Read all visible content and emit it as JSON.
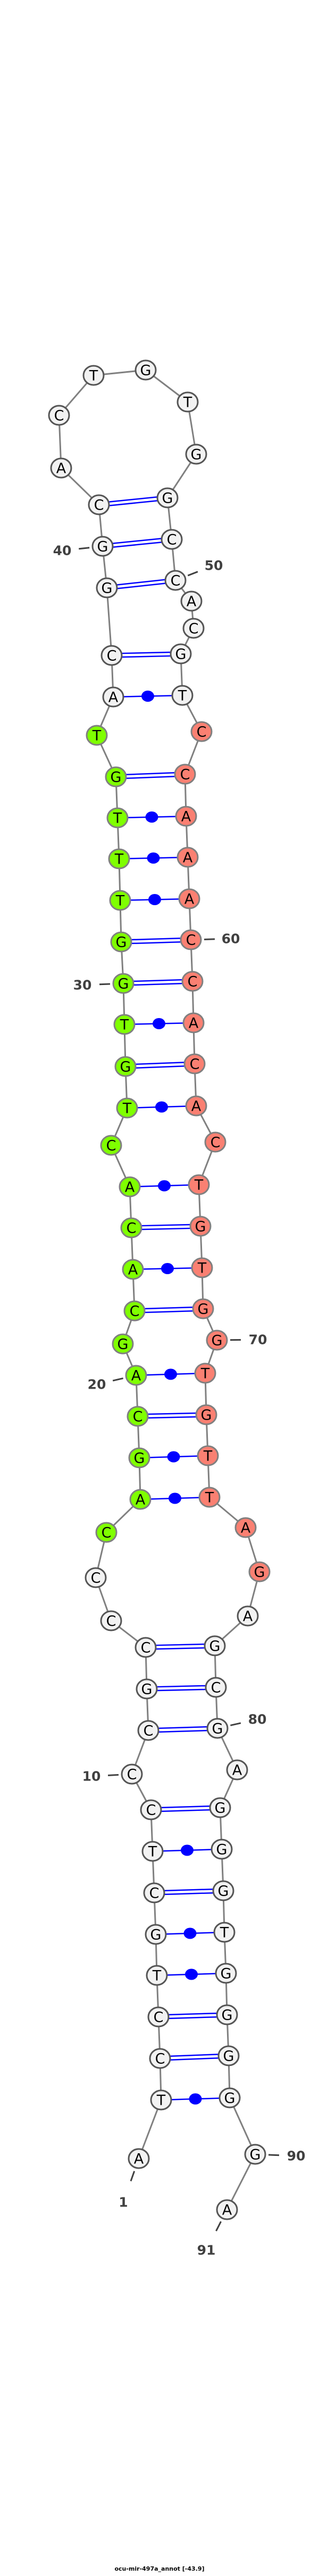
{
  "title": "ocu-mir-497a_annot [-43.9]",
  "colors": {
    "default_fill": "#f2f2f2",
    "mature_5p_fill": "#7fff00",
    "mature_3p_fill": "#fa8072",
    "backbone": "#808080",
    "pair": "#0000ff",
    "label": "#404040"
  },
  "sequence": [
    "A",
    "T",
    "C",
    "C",
    "T",
    "G",
    "C",
    "T",
    "C",
    "C",
    "C",
    "G",
    "C",
    "C",
    "C",
    "C",
    "A",
    "G",
    "C",
    "A",
    "G",
    "C",
    "A",
    "C",
    "A",
    "C",
    "T",
    "G",
    "T",
    "G",
    "G",
    "T",
    "T",
    "T",
    "G",
    "T",
    "A",
    "C",
    "G",
    "G",
    "C",
    "A",
    "C",
    "T",
    "G",
    "T",
    "G",
    "G",
    "C",
    "C",
    "A",
    "C",
    "G",
    "T",
    "C",
    "C",
    "A",
    "A",
    "A",
    "C",
    "C",
    "A",
    "C",
    "A",
    "C",
    "T",
    "G",
    "T",
    "G",
    "G",
    "T",
    "G",
    "T",
    "T",
    "A",
    "G",
    "A",
    "G",
    "C",
    "G",
    "A",
    "G",
    "G",
    "G",
    "T",
    "G",
    "G",
    "G",
    "G",
    "G",
    "A"
  ],
  "highlight_5p": [
    16,
    36
  ],
  "highlight_3p": [
    55,
    76
  ],
  "pairs": [
    [
      2,
      89,
      "wobble"
    ],
    [
      3,
      88,
      "wc"
    ],
    [
      4,
      87,
      "wc"
    ],
    [
      5,
      86,
      "wobble"
    ],
    [
      6,
      85,
      "wobble"
    ],
    [
      7,
      84,
      "wc"
    ],
    [
      8,
      83,
      "wobble"
    ],
    [
      9,
      82,
      "wc"
    ],
    [
      11,
      80,
      "wc"
    ],
    [
      12,
      79,
      "wc"
    ],
    [
      13,
      78,
      "wc"
    ],
    [
      17,
      74,
      "wobble"
    ],
    [
      18,
      73,
      "wobble"
    ],
    [
      19,
      72,
      "wc"
    ],
    [
      20,
      71,
      "wobble"
    ],
    [
      22,
      69,
      "wc"
    ],
    [
      23,
      68,
      "wobble"
    ],
    [
      24,
      67,
      "wc"
    ],
    [
      25,
      66,
      "wobble"
    ],
    [
      27,
      64,
      "wobble"
    ],
    [
      28,
      63,
      "wc"
    ],
    [
      29,
      62,
      "wobble"
    ],
    [
      30,
      61,
      "wc"
    ],
    [
      31,
      60,
      "wc"
    ],
    [
      32,
      59,
      "wobble"
    ],
    [
      33,
      58,
      "wobble"
    ],
    [
      34,
      57,
      "wobble"
    ],
    [
      35,
      56,
      "wc"
    ],
    [
      37,
      54,
      "wobble"
    ],
    [
      38,
      53,
      "wc"
    ],
    [
      39,
      50,
      "wc"
    ],
    [
      40,
      49,
      "wc"
    ],
    [
      41,
      48,
      "wc"
    ]
  ],
  "position_labels": [
    {
      "pos": 1,
      "text": "1"
    },
    {
      "pos": 10,
      "text": "10"
    },
    {
      "pos": 20,
      "text": "20"
    },
    {
      "pos": 30,
      "text": "30"
    },
    {
      "pos": 40,
      "text": "40"
    },
    {
      "pos": 50,
      "text": "50"
    },
    {
      "pos": 60,
      "text": "60"
    },
    {
      "pos": 70,
      "text": "70"
    },
    {
      "pos": 80,
      "text": "80"
    },
    {
      "pos": 90,
      "text": "90"
    },
    {
      "pos": 91,
      "text": "91"
    }
  ]
}
